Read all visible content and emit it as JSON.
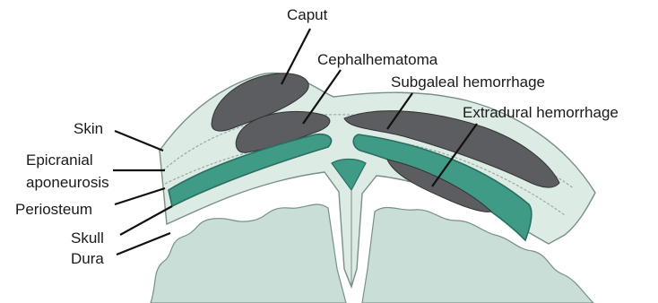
{
  "labels": {
    "caput": "Caput",
    "cephalhematoma": "Cephalhematoma",
    "subgaleal": "Subgaleal hemorrhage",
    "extradural": "Extradural hemorrhage",
    "skin": "Skin",
    "epicranial_1": "Epicranial",
    "epicranial_2": "aponeurosis",
    "periosteum": "Periosteum",
    "skull": "Skull",
    "dura": "Dura"
  },
  "colors": {
    "tissue": "#dcebe4",
    "tissue_outline": "#7a8f87",
    "hemorrhage": "#5b5d60",
    "bone": "#3f9a86",
    "bone_outline": "#2a6e60",
    "dura": "#c9ded6"
  }
}
